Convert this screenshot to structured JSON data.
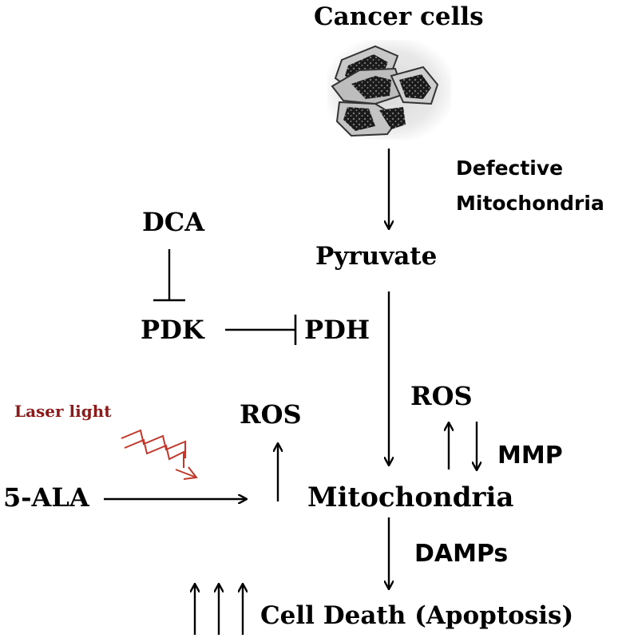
{
  "diagram": {
    "title": "Cancer cells",
    "nodes": {
      "defective_mito_line1": "Defective",
      "defective_mito_line2": "Mitochondria",
      "dca": "DCA",
      "pyruvate": "Pyruvate",
      "pdk": "PDK",
      "pdh": "PDH",
      "ros_right": "ROS",
      "ros_left": "ROS",
      "laser_light": "Laser light",
      "mmp": "MMP",
      "ala": "5-ALA",
      "mitochondria": "Mitochondria",
      "damps": "DAMPs",
      "cell_death": "Cell Death (Apoptosis)"
    },
    "colors": {
      "ink": "#000000",
      "laser": "#c0392b"
    }
  }
}
